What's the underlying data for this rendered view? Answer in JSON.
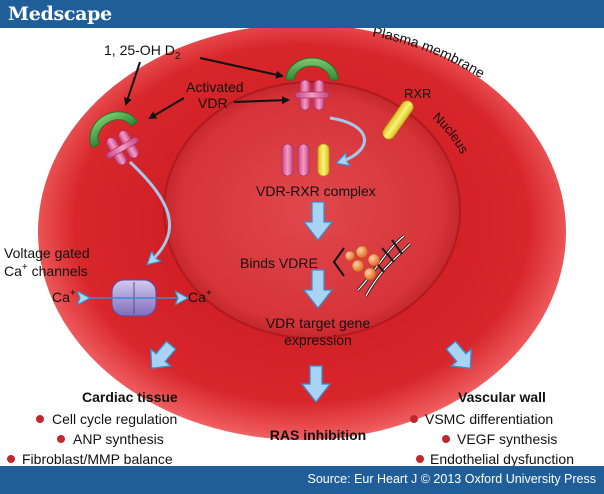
{
  "header": {
    "logo": "Medscape"
  },
  "footer": {
    "source": "Source: Eur Heart J © 2013 Oxford University Press"
  },
  "diagram": {
    "labels": {
      "ligand": "1, 25-OH D",
      "ligand_subscript": "2",
      "plasma_membrane": "Plasma membrane",
      "activated_line1": "Activated",
      "activated_line2": "VDR",
      "rxr": "RXR",
      "nucleus": "Nucleus",
      "complex": "VDR-RXR complex",
      "binds": "Binds VDRE",
      "voltage_line1": "Voltage gated",
      "voltage_line2": "Ca",
      "voltage_sup": "+",
      "voltage_line2_rest": " channels",
      "ca_left": "Ca",
      "ca_left_sup": "+",
      "ca_right": "Ca",
      "ca_right_sup": "+",
      "target_line1": "VDR target gene",
      "target_line2": "expression"
    },
    "outcomes": {
      "cardiac": {
        "title": "Cardiac tissue",
        "items": [
          "Cell cycle regulation",
          "ANP synthesis",
          "Fibroblast/MMP balance"
        ]
      },
      "ras": {
        "title": "RAS inhibition"
      },
      "vascular": {
        "title": "Vascular wall",
        "items": [
          "VSMC differentiation",
          "VEGF synthesis",
          "Endothelial dysfunction"
        ]
      }
    }
  },
  "colors": {
    "brand_bar": "#1f5e98",
    "cell_outer": "#d9242a",
    "nucleus": "#d9343a",
    "arrow_fill": "#a9d3f2",
    "arrow_stroke": "#3a8cd3",
    "receptor_pink": "#e46fa0",
    "receptor_green": "#4aa44a",
    "rxr_yellow": "#f1e13a",
    "channel_purple": "#a89ad6",
    "bullet_red": "#c0282e",
    "dna_orange": "#f07a2a"
  }
}
